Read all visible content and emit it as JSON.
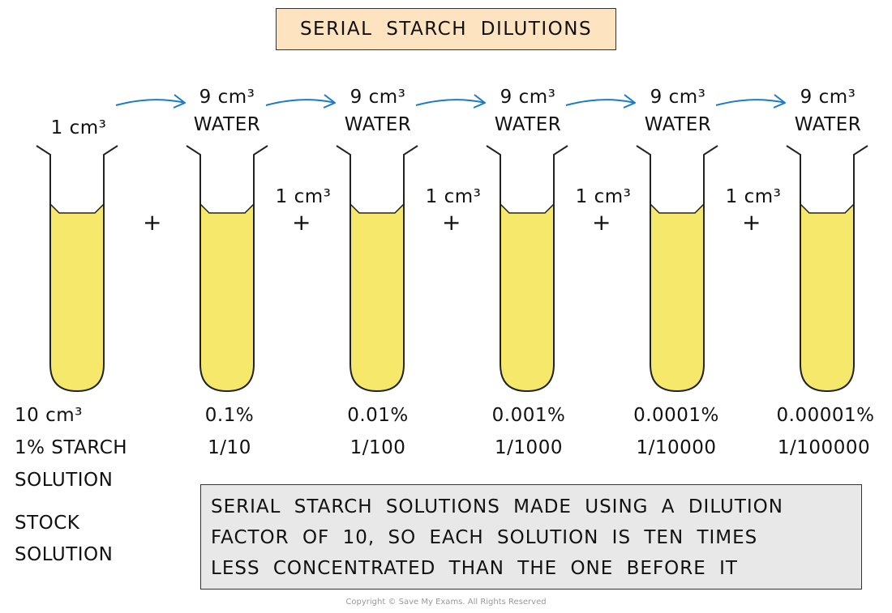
{
  "title": "SERIAL STARCH DILUTIONS",
  "colors": {
    "liquid": "#f6e86a",
    "arrow": "#1a7ac8",
    "title_bg": "#fde3c0",
    "note_bg": "#e8e8e8"
  },
  "stock": {
    "top_label": "1 cm³",
    "bottom_lines": [
      "10 cm³",
      "1% STARCH",
      "SOLUTION",
      "STOCK",
      "SOLUTION"
    ]
  },
  "tubes": [
    {
      "water": "9 cm³",
      "water_label": "WATER",
      "percent": "0.1%",
      "fraction": "1/10"
    },
    {
      "water": "9 cm³",
      "water_label": "WATER",
      "percent": "0.01%",
      "fraction": "1/100",
      "transfer": "1 cm³"
    },
    {
      "water": "9 cm³",
      "water_label": "WATER",
      "percent": "0.001%",
      "fraction": "1/1000",
      "transfer": "1 cm³"
    },
    {
      "water": "9 cm³",
      "water_label": "WATER",
      "percent": "0.0001%",
      "fraction": "1/10000",
      "transfer": "1 cm³"
    },
    {
      "water": "9 cm³",
      "water_label": "WATER",
      "percent": "0.00001%",
      "fraction": "1/100000",
      "transfer": "1 cm³"
    }
  ],
  "plus": "+",
  "note": [
    "SERIAL STARCH SOLUTIONS MADE USING A DILUTION",
    "FACTOR OF 10, SO EACH SOLUTION IS TEN TIMES",
    "LESS CONCENTRATED THAN THE ONE BEFORE IT"
  ],
  "copyright": "Copyright © Save My Exams. All Rights Reserved"
}
